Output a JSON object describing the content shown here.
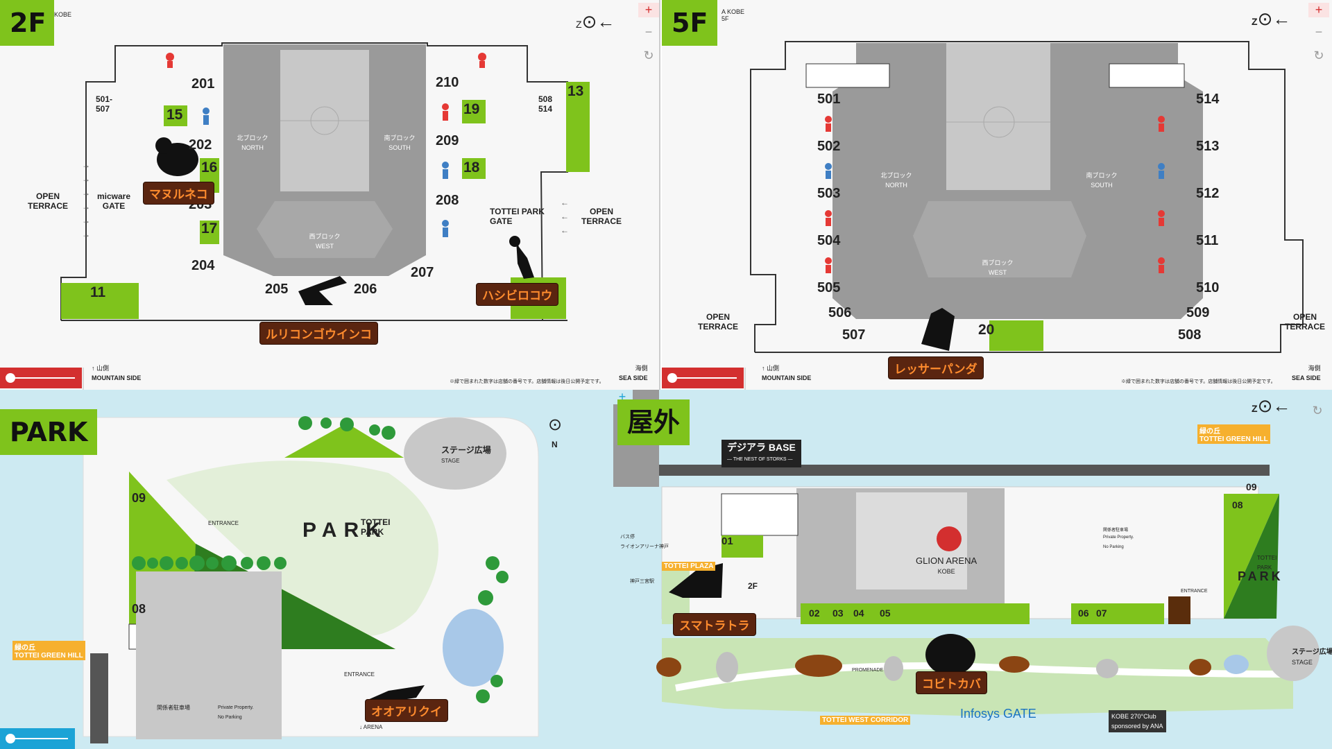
{
  "panels": {
    "f2": {
      "title": "2F",
      "corner": "KOBE",
      "compass_letter": "Z",
      "compass_glyph": "⊙←",
      "sections": [
        "201",
        "202",
        "203",
        "204",
        "205",
        "206",
        "207",
        "208",
        "209",
        "210"
      ],
      "shops": [
        "15",
        "16",
        "17",
        "19",
        "18",
        "13",
        "11"
      ],
      "escalator_upper_left": "501-\n507",
      "escalator_upper_right": "508\n514",
      "north": {
        "jp": "北ブロック",
        "en": "NORTH"
      },
      "south": {
        "jp": "南ブロック",
        "en": "SOUTH"
      },
      "west": {
        "jp": "西ブロック",
        "en": "WEST"
      },
      "open_terrace_left": "OPEN\nTERRACE",
      "open_terrace_right": "OPEN\nTERRACE",
      "gate_left": "micware\nGATE",
      "gate_right": "TOTTEI PARK\nGATE",
      "animals": [
        "マヌルネコ",
        "ルリコンゴウインコ",
        "ハシビロコウ"
      ],
      "mountain_jp": "山側",
      "mountain_en": "MOUNTAIN SIDE",
      "sea_jp": "海側",
      "sea_en": "SEA SIDE",
      "note": "※緑で囲まれた数字は店舗の番号です。店舗情報は後日公開予定です。"
    },
    "f5": {
      "title": "5F",
      "corner": "A KOBE\n5F",
      "compass_letter": "Z",
      "compass_glyph": "⊙←",
      "sections_left": [
        "501",
        "502",
        "503",
        "504",
        "505",
        "506",
        "507"
      ],
      "sections_right": [
        "514",
        "513",
        "512",
        "511",
        "510",
        "509",
        "508"
      ],
      "shop": "20",
      "north": {
        "jp": "北ブロック",
        "en": "NORTH"
      },
      "south": {
        "jp": "南ブロック",
        "en": "SOUTH"
      },
      "west": {
        "jp": "西ブロック",
        "en": "WEST"
      },
      "open_terrace_left": "OPEN\nTERRACE",
      "open_terrace_right": "OPEN\nTERRACE",
      "animals": [
        "レッサーパンダ"
      ],
      "mountain_jp": "山側",
      "mountain_en": "MOUNTAIN SIDE",
      "sea_jp": "海側",
      "sea_en": "SEA SIDE",
      "note": "※緑で囲まれた数字は店舗の番号です。店舗情報は後日公開予定です。"
    },
    "park": {
      "title": "PARK",
      "compass_letter": "N",
      "shops": [
        "09",
        "08"
      ],
      "entrance_top": "ENTRANCE",
      "entrance_bottom": "ENTRANCE",
      "stage_jp": "ステージ広場",
      "stage_en": "STAGE",
      "park_logo_top": "TOTTEI\nPARK",
      "park_logo": "PARK",
      "green_hill_jp": "緑の丘",
      "green_hill_en": "TOTTEI GREEN HILL",
      "parking_jp": "関係者駐車場",
      "parking_en": "Private Property.\nNo Parking",
      "arena": "ARENA",
      "animals": [
        "オオアリクイ"
      ]
    },
    "outdoor": {
      "title": "屋外",
      "compass_letter": "Z",
      "base_logo": "デジアラ BASE",
      "base_sub": "— THE NEST OF STORKS —",
      "shops": [
        "01",
        "02",
        "03",
        "04",
        "05",
        "06",
        "07",
        "09",
        "08"
      ],
      "arena_name": "GLION ARENA",
      "arena_city": "KOBE",
      "plaza": "TOTTEI PLAZA",
      "green_hill_jp": "緑の丘",
      "green_hill_en": "TOTTEI GREEN HILL",
      "west_corridor": "TOTTEI WEST CORRIDOR",
      "promenade": "PROMENADE",
      "gate": "Infosys GATE",
      "club_line1": "KOBE 270°Club",
      "club_line2": "sponsored by ANA",
      "stage_jp": "ステージ広場",
      "stage_en": "STAGE",
      "park_logo": "PARK",
      "park_logo_top": "TOTTEI\nPARK",
      "entrance": "ENTRANCE",
      "floor_2f": "2F",
      "bus_label": "バス停\nライオンアリーナ神戸",
      "station_label": "神戸三宮駅",
      "parking_jp": "関係者駐車場",
      "parking_en": "Private Property.\nNo Parking",
      "animals": [
        "スマトラトラ",
        "コビトカバ"
      ]
    }
  },
  "colors": {
    "green": "#7fc31c",
    "dark_green": "#2e7d1f",
    "seat": "#9a9a9a",
    "court": "#c8c8c8",
    "label_bg": "#5a2510",
    "label_fg": "#ff8c2e",
    "slider": "#d32f2f",
    "water": "#cdeaf2"
  }
}
